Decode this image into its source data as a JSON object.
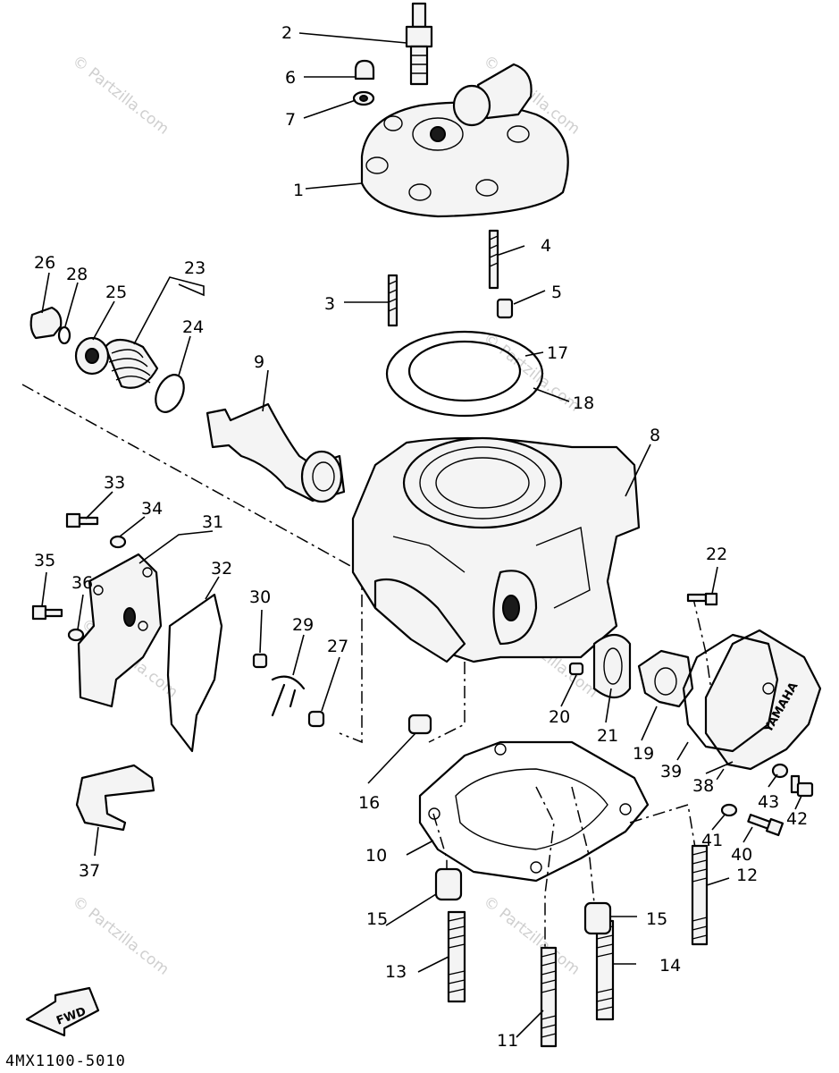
{
  "drawing_code": "4MX1100-5010",
  "fwd_label": "FWD",
  "cover_brand": "YAMAHA",
  "watermark": "© Partzilla.com",
  "callouts": {
    "c1": "1",
    "c2": "2",
    "c3": "3",
    "c4": "4",
    "c5": "5",
    "c6": "6",
    "c7": "7",
    "c8": "8",
    "c9": "9",
    "c10": "10",
    "c11": "11",
    "c12": "12",
    "c13": "13",
    "c14": "14",
    "c15a": "15",
    "c15b": "15",
    "c16": "16",
    "c17": "17",
    "c18": "18",
    "c19": "19",
    "c20": "20",
    "c21": "21",
    "c22": "22",
    "c23": "23",
    "c24": "24",
    "c25": "25",
    "c26": "26",
    "c27": "27",
    "c28": "28",
    "c29": "29",
    "c30": "30",
    "c31": "31",
    "c32": "32",
    "c33": "33",
    "c34": "34",
    "c35": "35",
    "c36": "36",
    "c37": "37",
    "c38": "38",
    "c39": "39",
    "c40": "40",
    "c41": "41",
    "c42": "42",
    "c43": "43"
  }
}
